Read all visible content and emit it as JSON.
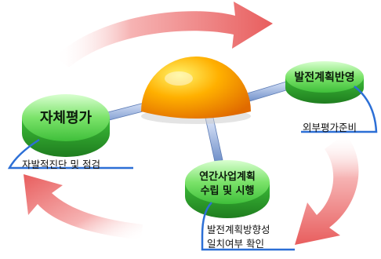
{
  "nodes": {
    "self_eval": "자체평가",
    "dev_plan_reflect": "발전계획반영",
    "annual_plan": [
      "연간사업계획",
      "수립 및 시행"
    ]
  },
  "callouts": {
    "self_diagnosis": "자발적진단 및 점검",
    "external_prep": "외부평가준비",
    "direction_check": [
      "발전계획방향성",
      "일치여부 확인"
    ]
  },
  "colors": {
    "arrow": "#f08080",
    "node_green": "#5fd35f",
    "node_dark": "#2e8b2e",
    "sphere": "#ffb000",
    "connector": "#8fa8d8",
    "callout_line": "#2c6fd6"
  }
}
